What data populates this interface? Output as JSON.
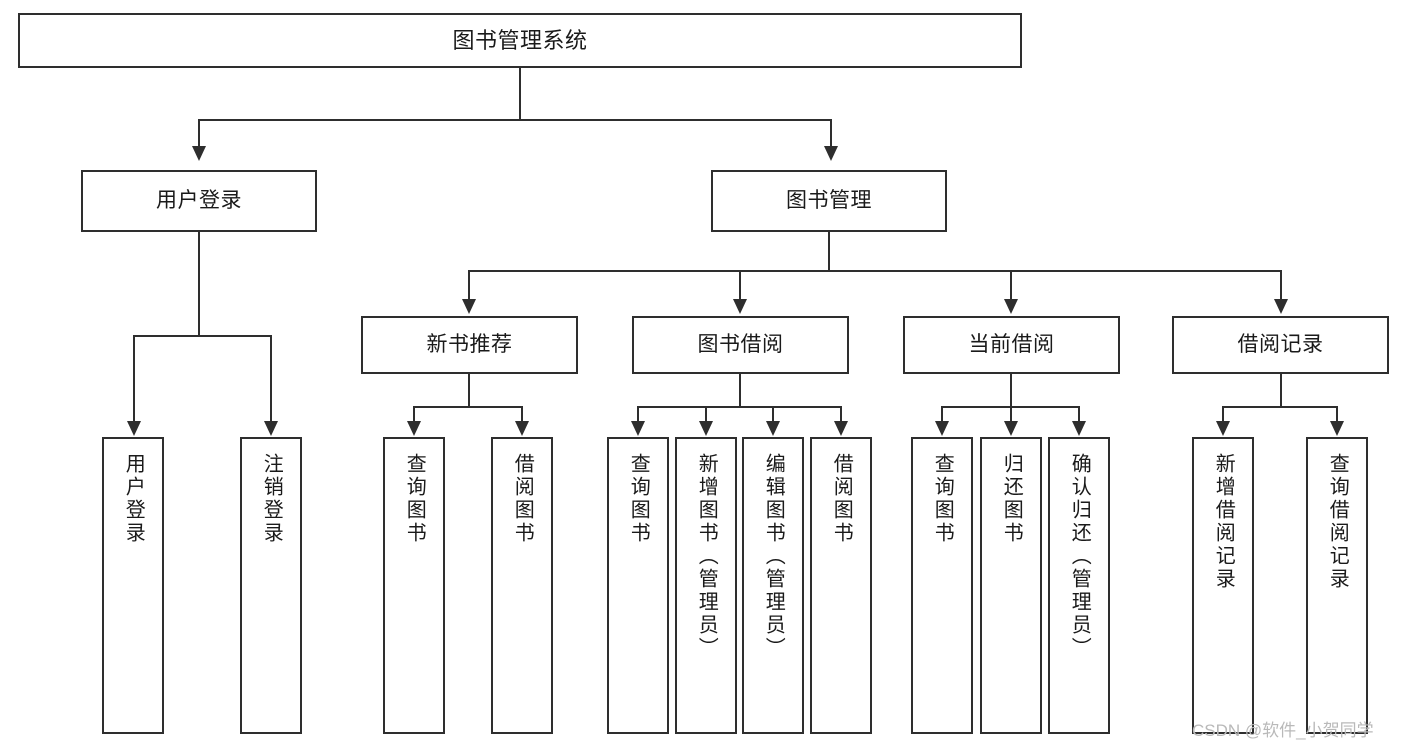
{
  "diagram": {
    "title": "图书管理系统",
    "type": "tree-hierarchy",
    "watermark": "CSDN @软件_小贺同学",
    "colors": {
      "box_border": "#2e2e2e",
      "box_fill": "#ffffff",
      "text": "#1a1a1a",
      "connector": "#2e2e2e",
      "watermark": "#b9b9b9",
      "background": "#ffffff"
    },
    "root": {
      "label": "图书管理系统"
    },
    "level2": [
      {
        "id": "user-login",
        "label": "用户登录"
      },
      {
        "id": "book-management",
        "label": "图书管理"
      }
    ],
    "level3": [
      {
        "id": "new-book-recommend",
        "label": "新书推荐",
        "parent": "book-management"
      },
      {
        "id": "book-borrow",
        "label": "图书借阅",
        "parent": "book-management"
      },
      {
        "id": "current-borrow",
        "label": "当前借阅",
        "parent": "book-management"
      },
      {
        "id": "borrow-record",
        "label": "借阅记录",
        "parent": "book-management"
      }
    ],
    "leaves": [
      {
        "id": "leaf-user-login",
        "label": "用户登录",
        "parent": "user-login"
      },
      {
        "id": "leaf-user-logout",
        "label": "注销登录",
        "parent": "user-login"
      },
      {
        "id": "leaf-query-book-1",
        "label": "查询图书",
        "parent": "new-book-recommend"
      },
      {
        "id": "leaf-borrow-book-1",
        "label": "借阅图书",
        "parent": "new-book-recommend"
      },
      {
        "id": "leaf-query-book-2",
        "label": "查询图书",
        "parent": "book-borrow"
      },
      {
        "id": "leaf-add-book",
        "label": "新增图书（管理员）",
        "parent": "book-borrow"
      },
      {
        "id": "leaf-edit-book",
        "label": "编辑图书（管理员）",
        "parent": "book-borrow"
      },
      {
        "id": "leaf-borrow-book-2",
        "label": "借阅图书",
        "parent": "book-borrow"
      },
      {
        "id": "leaf-query-book-3",
        "label": "查询图书",
        "parent": "current-borrow"
      },
      {
        "id": "leaf-return-book",
        "label": "归还图书",
        "parent": "current-borrow"
      },
      {
        "id": "leaf-confirm-return",
        "label": "确认归还（管理员）",
        "parent": "current-borrow"
      },
      {
        "id": "leaf-add-record",
        "label": "新增借阅记录",
        "parent": "borrow-record"
      },
      {
        "id": "leaf-query-record",
        "label": "查询借阅记录",
        "parent": "borrow-record"
      }
    ]
  }
}
